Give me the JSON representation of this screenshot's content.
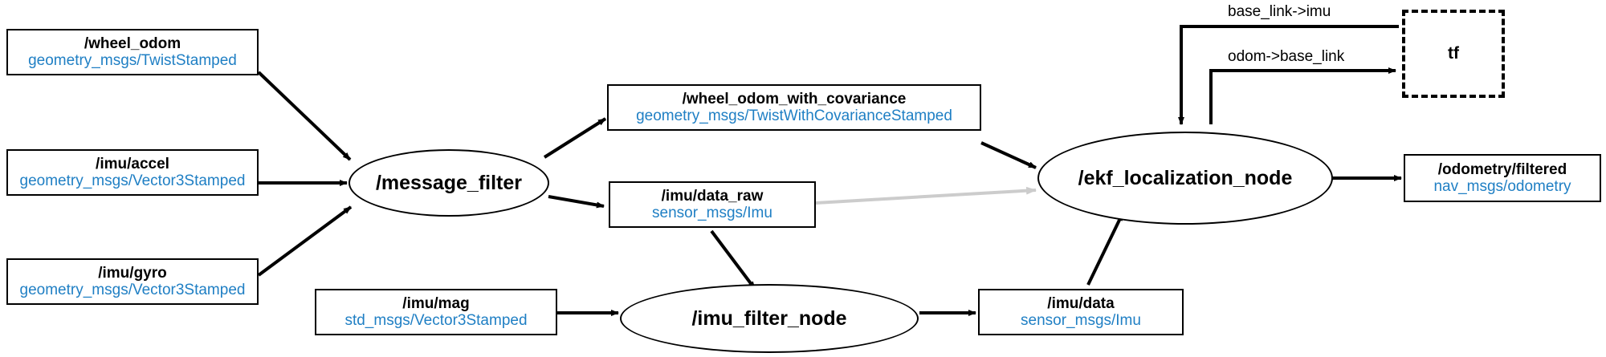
{
  "diagram": {
    "title": "ROS computation graph: odometry / IMU fusion",
    "type": "rosgraph",
    "colors": {
      "topic_name": "#000000",
      "topic_type": "#1f7fc4",
      "stroke": "#000000",
      "inactive_edge": "#cccccc",
      "background": "#ffffff"
    }
  },
  "topics": [
    {
      "id": "wheel_odom",
      "name": "/wheel_odom",
      "type": "geometry_msgs/TwistStamped"
    },
    {
      "id": "imu_accel",
      "name": "/imu/accel",
      "type": "geometry_msgs/Vector3Stamped"
    },
    {
      "id": "imu_gyro",
      "name": "/imu/gyro",
      "type": "geometry_msgs/Vector3Stamped"
    },
    {
      "id": "wheel_odom_with_covariance",
      "name": "/wheel_odom_with_covariance",
      "type": "geometry_msgs/TwistWithCovarianceStamped"
    },
    {
      "id": "imu_data_raw",
      "name": "/imu/data_raw",
      "type": "sensor_msgs/Imu"
    },
    {
      "id": "imu_mag",
      "name": "/imu/mag",
      "type": "std_msgs/Vector3Stamped"
    },
    {
      "id": "imu_data",
      "name": "/imu/data",
      "type": "sensor_msgs/Imu"
    },
    {
      "id": "odometry_filtered",
      "name": "/odometry/filtered",
      "type": "nav_msgs/odometry"
    }
  ],
  "nodes": [
    {
      "id": "message_filter",
      "label": "/message_filter"
    },
    {
      "id": "imu_filter_node",
      "label": "/imu_filter_node"
    },
    {
      "id": "ekf_localization_node",
      "label": "/ekf_localization_node"
    }
  ],
  "tf": {
    "id": "tf",
    "label": "tf"
  },
  "edge_labels": [
    {
      "id": "base_link_imu",
      "text": "base_link->imu"
    },
    {
      "id": "odom_base_link",
      "text": "odom->base_link"
    }
  ],
  "edges": [
    {
      "from": "wheel_odom",
      "to": "message_filter",
      "style": "solid"
    },
    {
      "from": "imu_accel",
      "to": "message_filter",
      "style": "solid"
    },
    {
      "from": "imu_gyro",
      "to": "message_filter",
      "style": "solid"
    },
    {
      "from": "message_filter",
      "to": "wheel_odom_with_covariance",
      "style": "solid"
    },
    {
      "from": "message_filter",
      "to": "imu_data_raw",
      "style": "solid"
    },
    {
      "from": "wheel_odom_with_covariance",
      "to": "ekf_localization_node",
      "style": "solid"
    },
    {
      "from": "imu_data_raw",
      "to": "ekf_localization_node",
      "style": "inactive"
    },
    {
      "from": "imu_data_raw",
      "to": "imu_filter_node",
      "style": "solid"
    },
    {
      "from": "imu_mag",
      "to": "imu_filter_node",
      "style": "solid"
    },
    {
      "from": "imu_filter_node",
      "to": "imu_data",
      "style": "solid"
    },
    {
      "from": "imu_data",
      "to": "ekf_localization_node",
      "style": "solid"
    },
    {
      "from": "tf",
      "to": "ekf_localization_node",
      "style": "solid",
      "label": "base_link->imu"
    },
    {
      "from": "ekf_localization_node",
      "to": "tf",
      "style": "solid",
      "label": "odom->base_link"
    },
    {
      "from": "ekf_localization_node",
      "to": "odometry_filtered",
      "style": "solid"
    }
  ]
}
